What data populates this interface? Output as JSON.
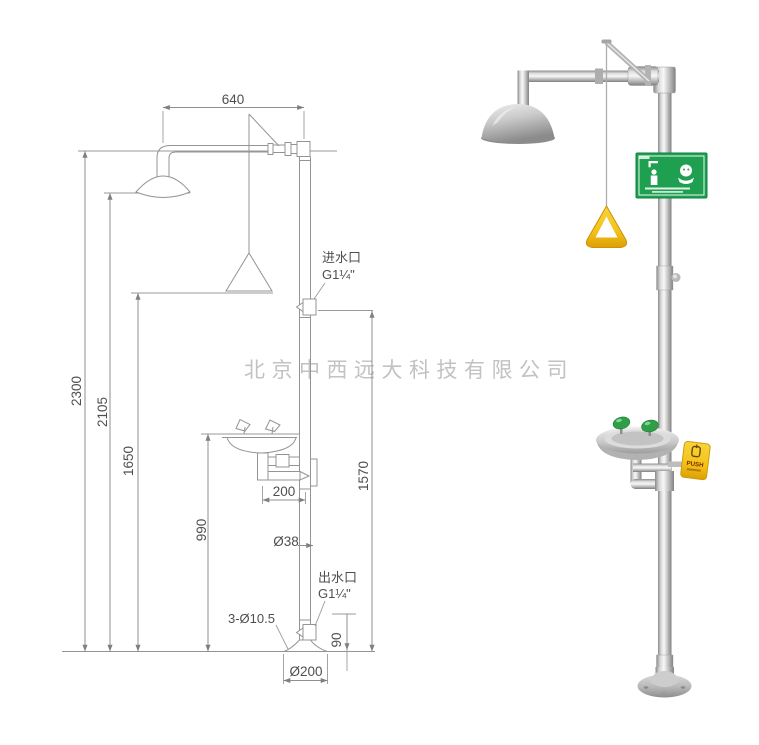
{
  "watermark": {
    "text": "北京中西远大科技有限公司"
  },
  "diagram": {
    "dims": {
      "arm_width": "640",
      "total_height": "2300",
      "shower_height": "2105",
      "handle_height": "1650",
      "bowl_height": "990",
      "inlet_height": "1570",
      "bowl_offset": "200",
      "pipe_dia": "Ø38",
      "outlet_ground": "90",
      "base_dia": "Ø200",
      "anchor_holes": "3-Ø10.5"
    },
    "labels": {
      "inlet_name": "进水口",
      "inlet_thread": "G1¼\"",
      "outlet_name": "出水口",
      "outlet_thread": "G1¼\""
    }
  },
  "photo": {
    "push_label": "PUSH",
    "colors": {
      "sign_green": "#1fa051",
      "handle_yellow": "#f4c319",
      "eyewash_head_green": "#2f9e47",
      "steel_light": "#f4f4f4",
      "steel_dark": "#8f8f8f"
    }
  }
}
